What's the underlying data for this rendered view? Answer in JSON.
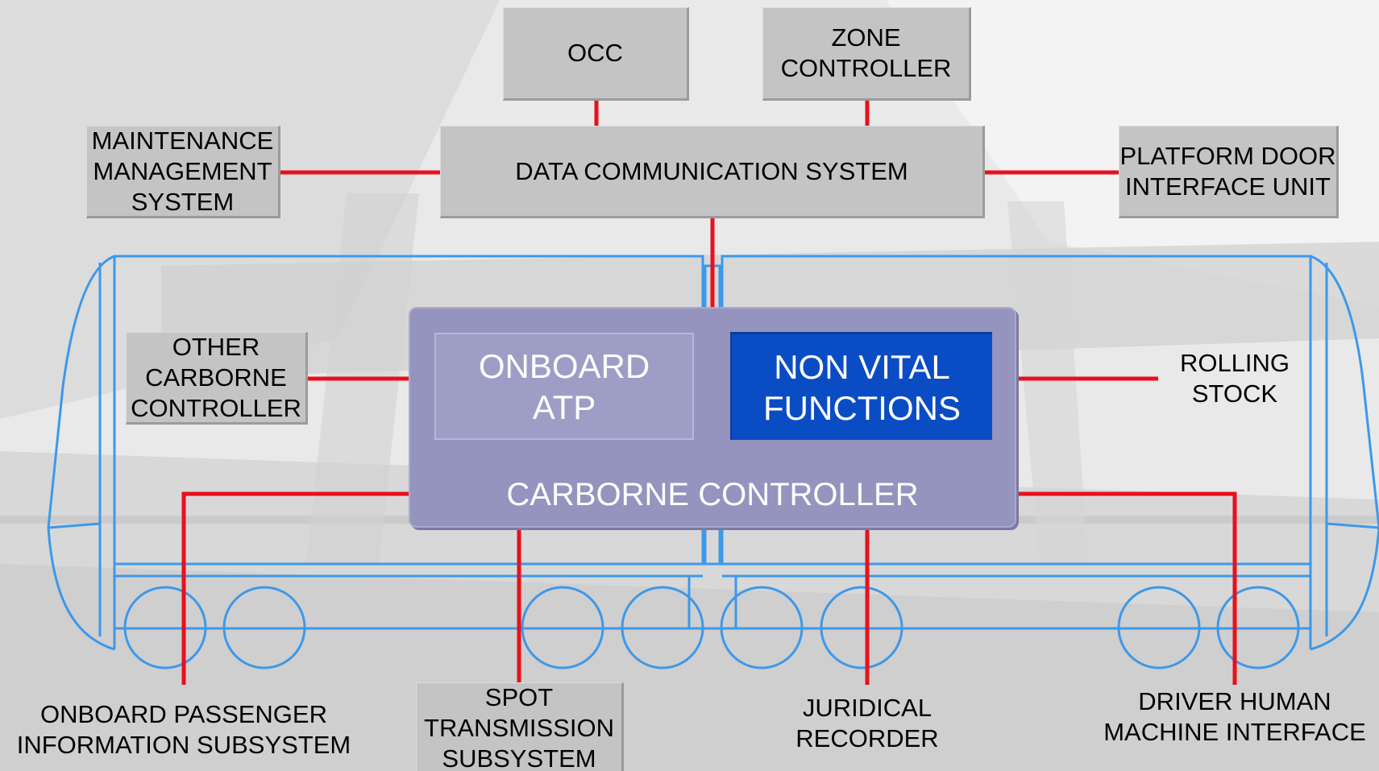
{
  "colors": {
    "link_line": "#e8101c",
    "train_outline": "#3d98ea",
    "box_gray": "#c4c4c4",
    "carborne_purple": "#9494be",
    "non_vital_blue": "#0a4cc4"
  },
  "top": {
    "occ": "OCC",
    "zone_controller": "ZONE\nCONTROLLER",
    "data_communication_system": "DATA COMMUNICATION SYSTEM",
    "maintenance_management_system": "MAINTENANCE\nMANAGEMENT\nSYSTEM",
    "platform_door_interface_unit": "PLATFORM DOOR\nINTERFACE UNIT"
  },
  "carborne": {
    "title": "CARBORNE CONTROLLER",
    "onboard_atp": "ONBOARD\nATP",
    "non_vital_functions": "NON VITAL\nFUNCTIONS"
  },
  "side": {
    "other_carborne_controller": "OTHER\nCARBORNE\nCONTROLLER",
    "rolling_stock": "ROLLING\nSTOCK"
  },
  "bottom": {
    "onboard_passenger_information_subsystem": "ONBOARD PASSENGER\nINFORMATION SUBSYSTEM",
    "spot_transmission_subsystem": "SPOT\nTRANSMISSION\nSUBSYSTEM",
    "juridical_recorder": "JURIDICAL\nRECORDER",
    "driver_human_machine_interface": "DRIVER HUMAN\nMACHINE INTERFACE"
  }
}
